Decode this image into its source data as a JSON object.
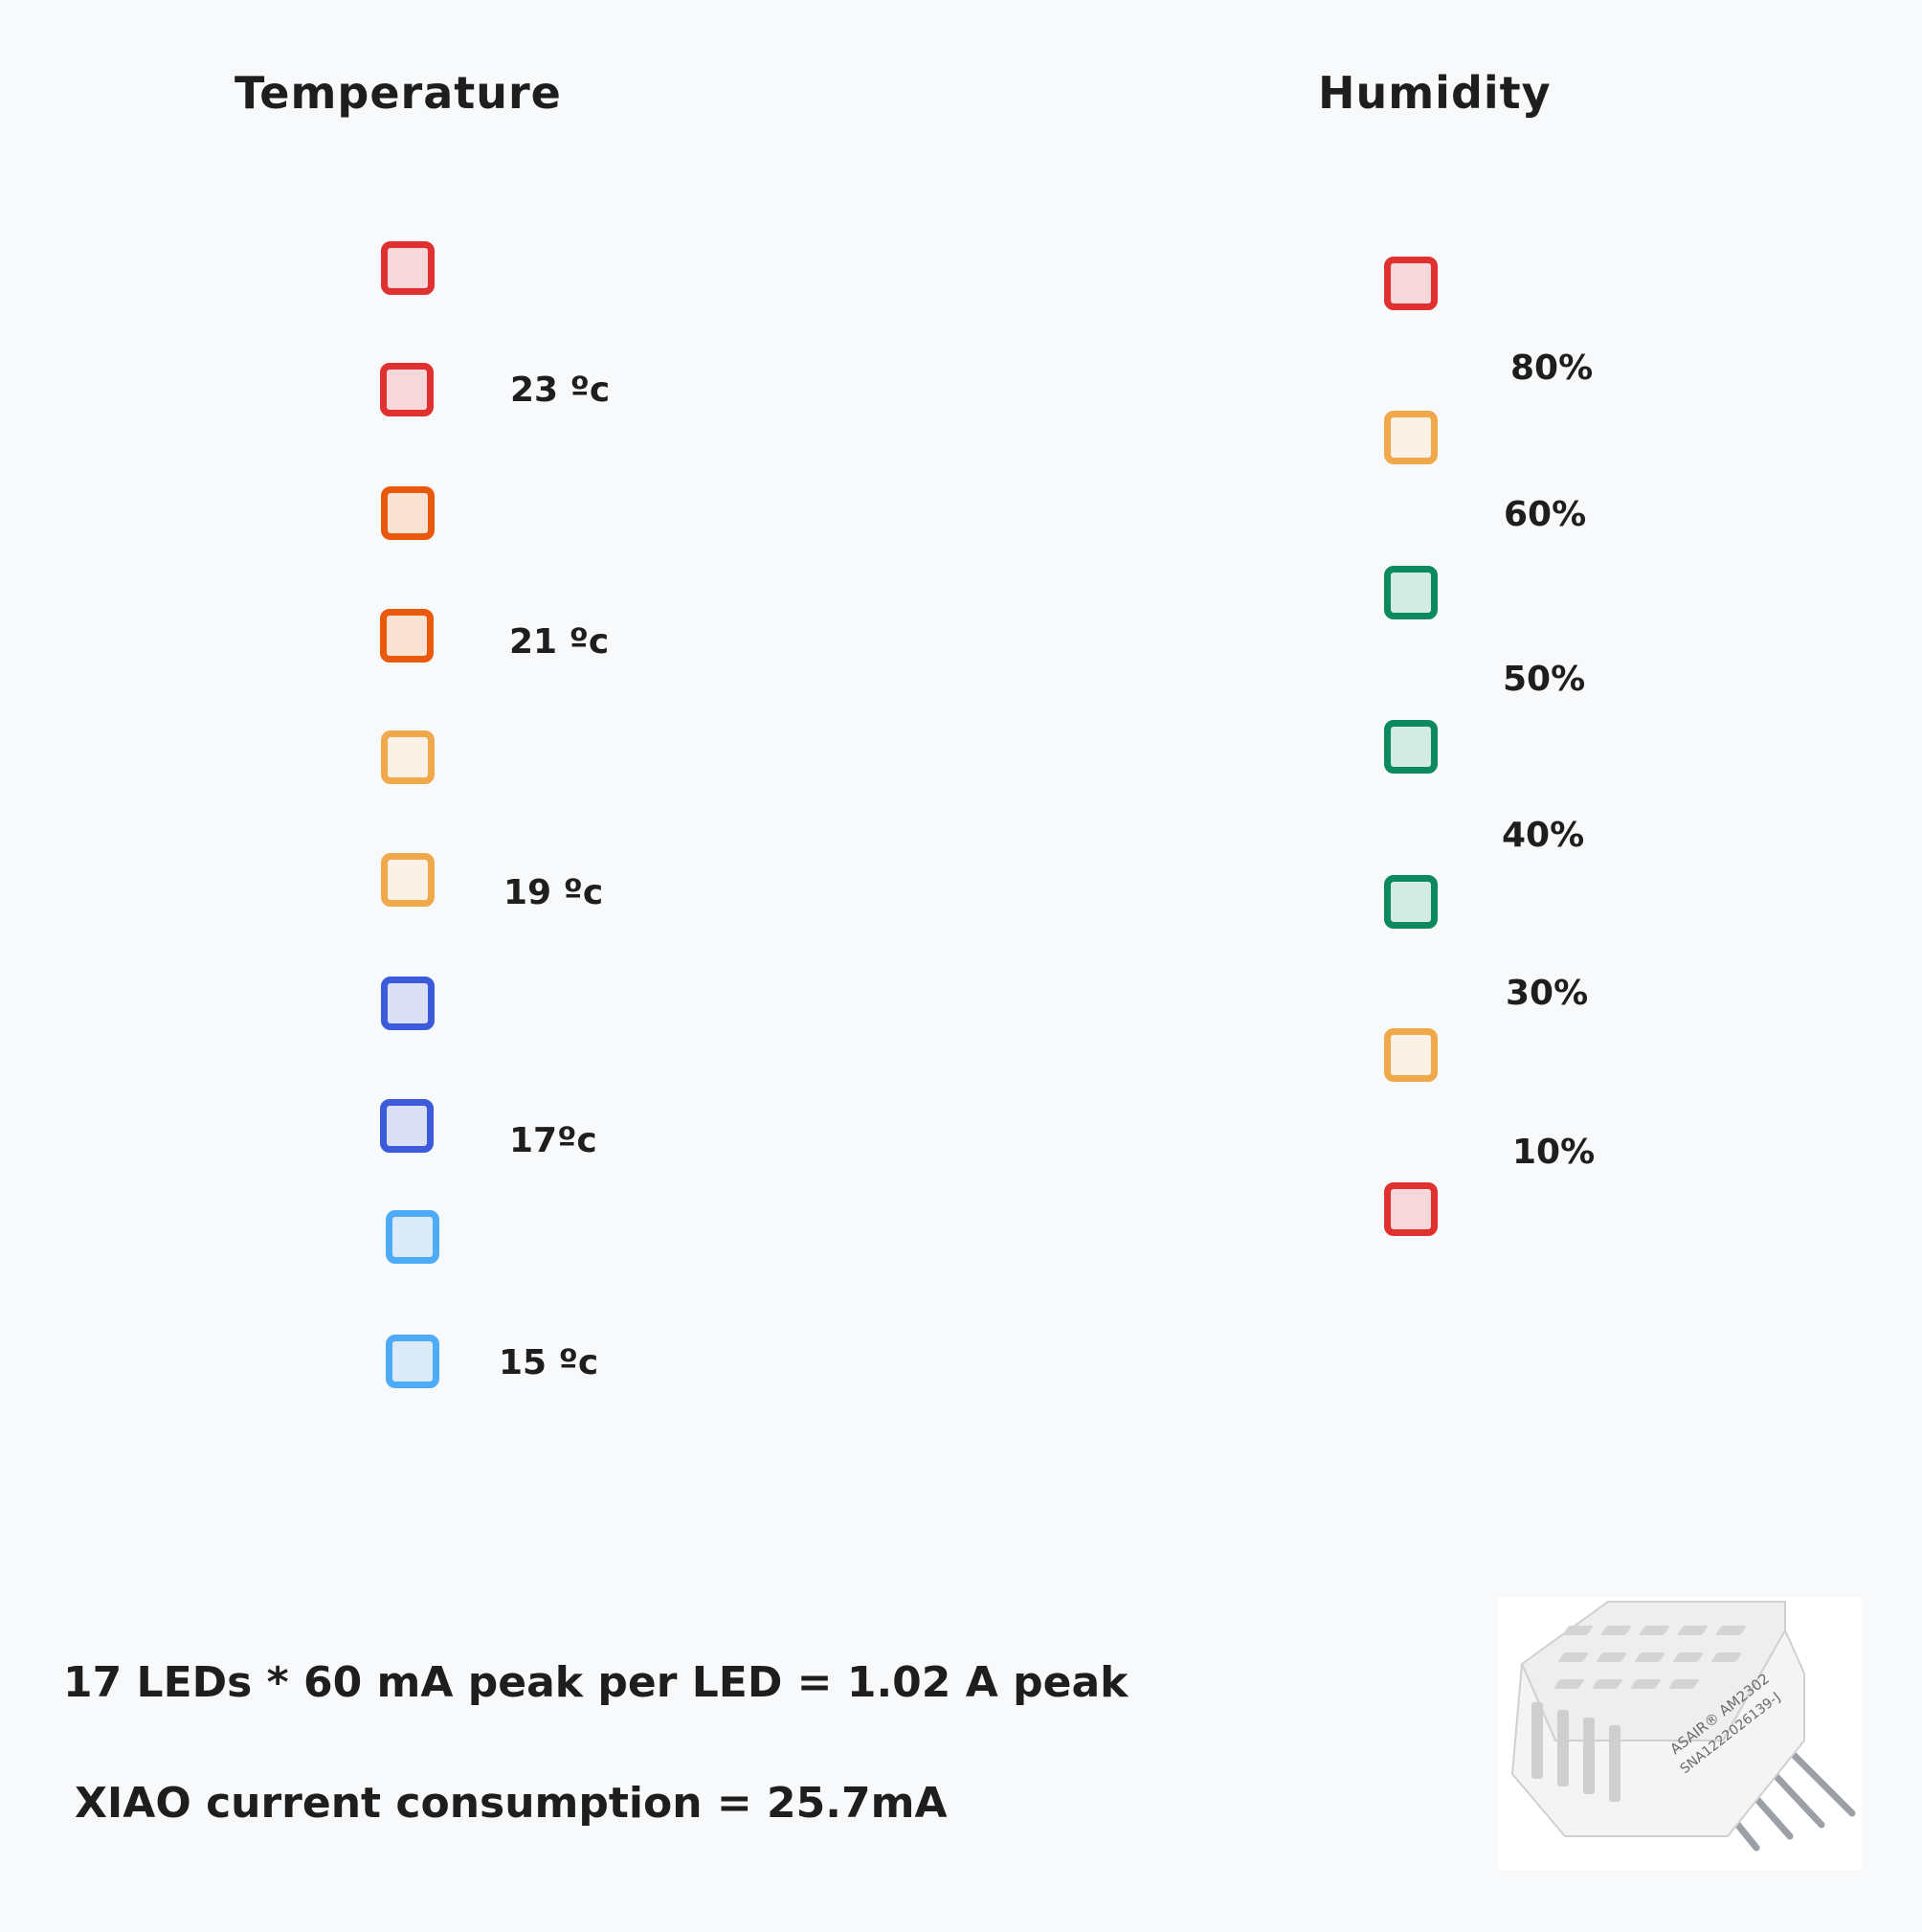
{
  "temperature": {
    "title": "Temperature",
    "leds": [
      {
        "stroke": "#e03131",
        "fill": "#f8d7da"
      },
      {
        "stroke": "#e03131",
        "fill": "#f8d7da"
      },
      {
        "stroke": "#e8590c",
        "fill": "#fae3d3"
      },
      {
        "stroke": "#e8590c",
        "fill": "#fae3d3"
      },
      {
        "stroke": "#f0a94a",
        "fill": "#fcf1e6"
      },
      {
        "stroke": "#f0a94a",
        "fill": "#fcf1e6"
      },
      {
        "stroke": "#3b5bdb",
        "fill": "#dbdff5"
      },
      {
        "stroke": "#3b5bdb",
        "fill": "#dbdff5"
      },
      {
        "stroke": "#4dabf7",
        "fill": "#dcebfa"
      },
      {
        "stroke": "#4dabf7",
        "fill": "#dcebfa"
      }
    ],
    "labels": [
      "23 ºc",
      "21 ºc",
      "19 ºc",
      "17ºc",
      "15 ºc"
    ]
  },
  "humidity": {
    "title": "Humidity",
    "leds": [
      {
        "stroke": "#e03131",
        "fill": "#f8d7da"
      },
      {
        "stroke": "#f0a94a",
        "fill": "#fcf1e6"
      },
      {
        "stroke": "#0c8a5e",
        "fill": "#d3ebe3"
      },
      {
        "stroke": "#0c8a5e",
        "fill": "#d3ebe3"
      },
      {
        "stroke": "#0c8a5e",
        "fill": "#d3ebe3"
      },
      {
        "stroke": "#f0a94a",
        "fill": "#fcf1e6"
      },
      {
        "stroke": "#e03131",
        "fill": "#f8d7da"
      }
    ],
    "labels": [
      "80%",
      "60%",
      "50%",
      "40%",
      "30%",
      "10%"
    ]
  },
  "notes": {
    "peak_current": "17 LEDs * 60 mA peak per LED = 1.02 A peak",
    "xiao_current": "XIAO current consumption = 25.7mA"
  },
  "sensor_image": {
    "icon": "am2302-sensor-icon",
    "brand_text": "ASAIR® AM2302",
    "serial_text": "SNA1222026139-J"
  }
}
